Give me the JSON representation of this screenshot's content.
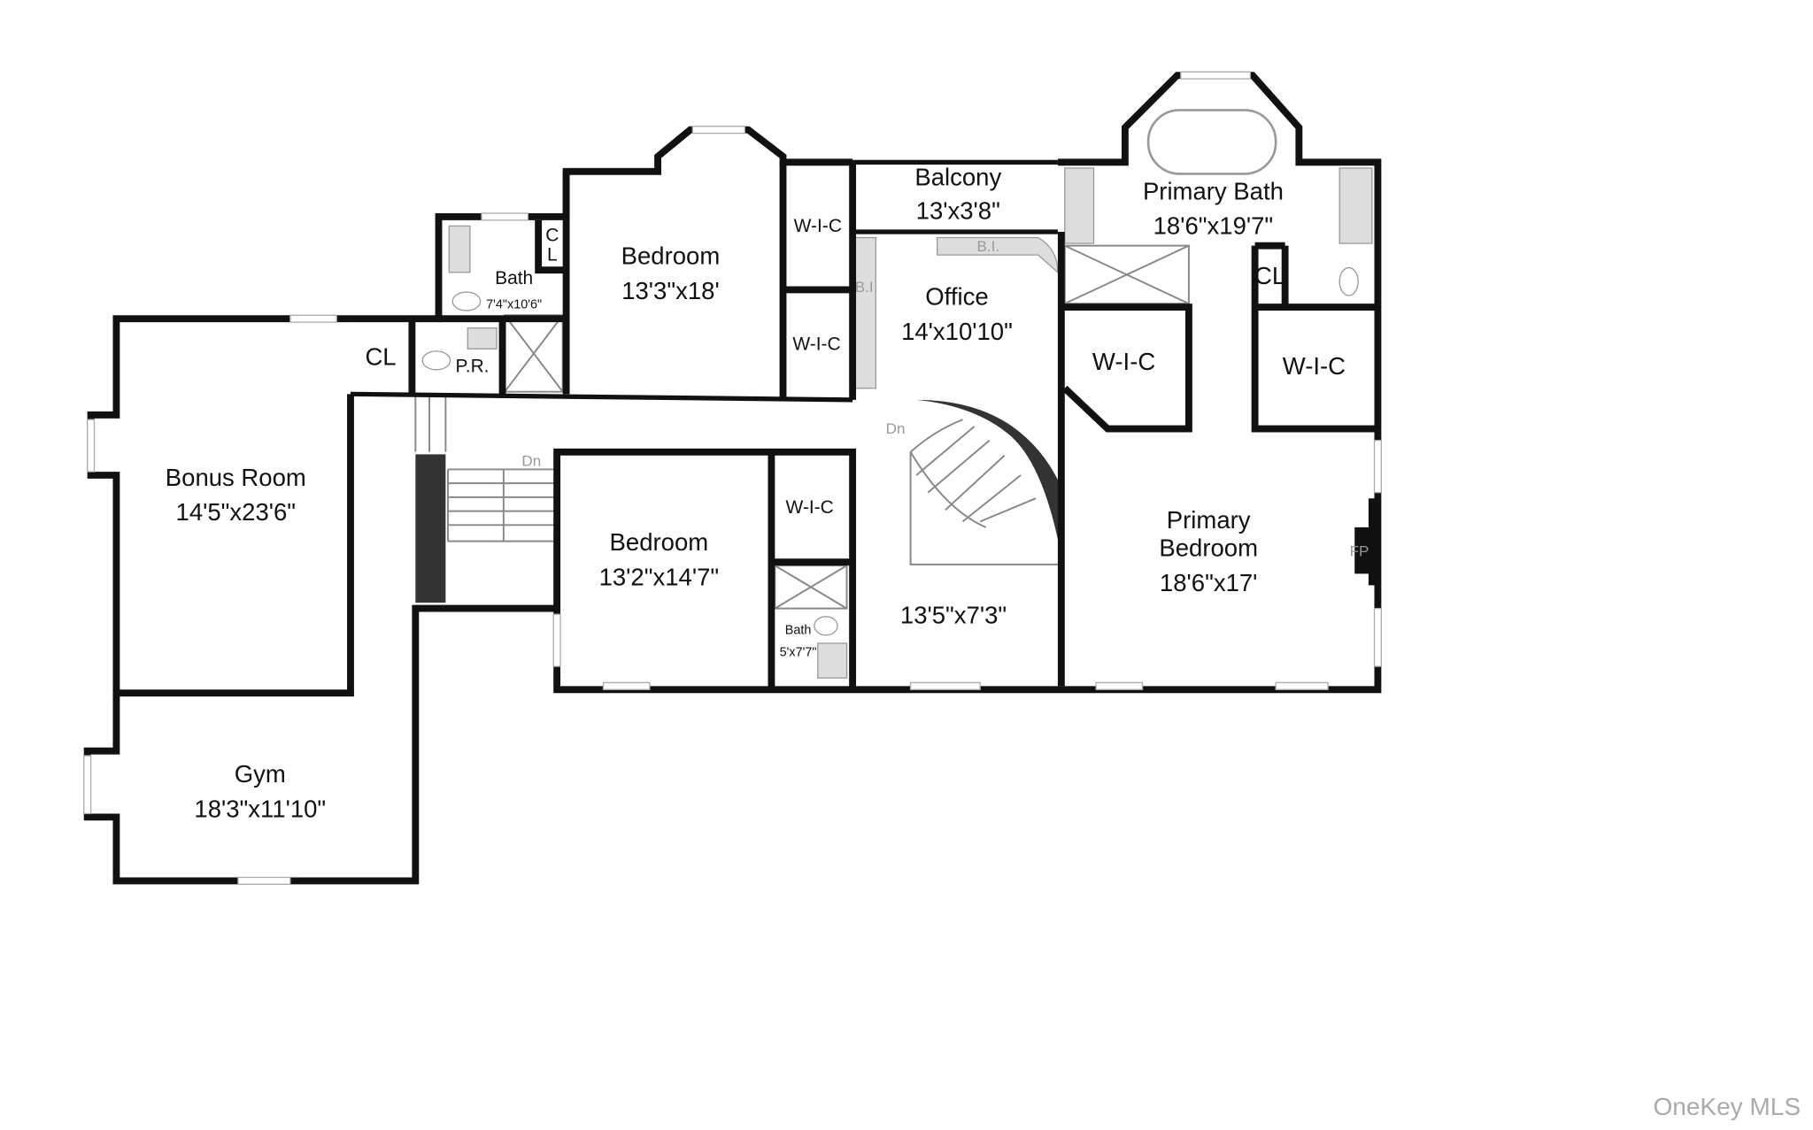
{
  "rooms": {
    "bonus": {
      "name": "Bonus Room",
      "size": "14'5\"x23'6\""
    },
    "gym": {
      "name": "Gym",
      "size": "18'3\"x11'10\""
    },
    "bath1": {
      "name": "Bath",
      "size": "7'4\"x10'6\""
    },
    "cl_bath": {
      "line1": "C",
      "line2": "L"
    },
    "cl_hall": {
      "name": "CL"
    },
    "pr": {
      "name": "P.R."
    },
    "bedroom1": {
      "name": "Bedroom",
      "size": "13'3\"x18'"
    },
    "wic1": {
      "name": "W-I-C"
    },
    "wic2": {
      "name": "W-I-C"
    },
    "balcony": {
      "name": "Balcony",
      "size": "13'x3'8\""
    },
    "office": {
      "name": "Office",
      "size": "14'x10'10\""
    },
    "bi1": {
      "name": "B.I."
    },
    "bi2": {
      "name": "B.I"
    },
    "primary_bath": {
      "name": "Primary Bath",
      "size": "18'6\"x19'7\""
    },
    "cl_primary": {
      "name": "CL"
    },
    "wic3": {
      "name": "W-I-C"
    },
    "wic4": {
      "name": "W-I-C"
    },
    "bedroom2": {
      "name": "Bedroom",
      "size": "13'2\"x14'7\""
    },
    "wic5": {
      "name": "W-I-C"
    },
    "bath2": {
      "name": "Bath",
      "size": "5'x7'7\""
    },
    "landing": {
      "size": "13'5\"x7'3\""
    },
    "primary_bedroom": {
      "line1": "Primary",
      "line2": "Bedroom",
      "size": "18'6\"x17'"
    },
    "fp": {
      "name": "FP"
    }
  },
  "stairs": {
    "dn1": "Dn",
    "dn2": "Dn"
  },
  "watermark": "OneKey MLS"
}
